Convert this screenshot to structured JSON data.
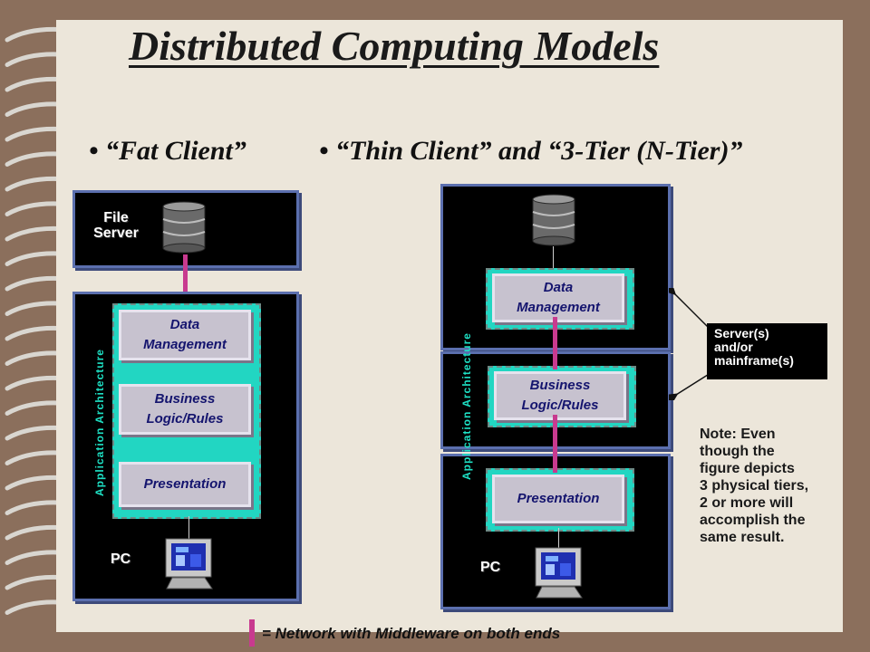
{
  "title": "Distributed Computing Models",
  "bullets": {
    "fat": "• “Fat Client”",
    "thin": "• “Thin Client” and “3-Tier (N-Tier)”"
  },
  "fat_client": {
    "server_label": "File\nServer",
    "arch_label": "Application Architecture",
    "data_mgmt": "Data\nManagement",
    "business": "Business\nLogic/Rules",
    "presentation": "Presentation",
    "pc_label": "PC"
  },
  "thin_client": {
    "arch_label": "Application Architecture",
    "data_mgmt": "Data\nManagement",
    "business": "Business\nLogic/Rules",
    "presentation": "Presentation",
    "pc_label": "PC"
  },
  "callout": "Server(s)\nand/or\nmainframe(s)",
  "note": "Note: Even\nthough the\nfigure depicts\n3 physical tiers,\n2 or more will\naccomplish the\nsame result.",
  "legend": "= Network with Middleware on both ends",
  "colors": {
    "network": "#c83a8f",
    "tier_fill": "#22d6c2",
    "box_border": "#5b6fae",
    "text_blue": "#14146e"
  },
  "icons": [
    "database-icon",
    "computer-icon",
    "arrow-icon"
  ]
}
